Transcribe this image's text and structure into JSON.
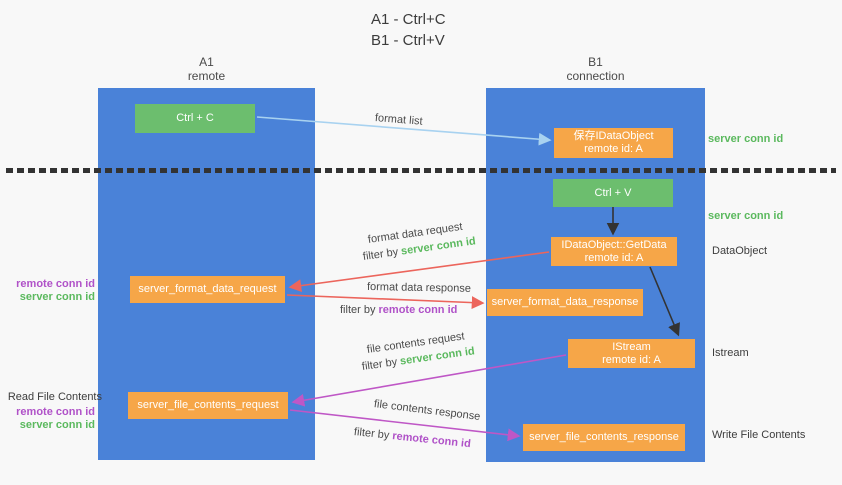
{
  "title": {
    "line1": "A1 - Ctrl+C",
    "line2": "B1 - Ctrl+V"
  },
  "lanes": {
    "a": {
      "name": "A1",
      "subtitle": "remote"
    },
    "b": {
      "name": "B1",
      "subtitle": "connection"
    }
  },
  "nodes": {
    "ctrl_c": {
      "label": "Ctrl + C"
    },
    "ctrl_v": {
      "label": "Ctrl + V"
    },
    "save_dataobject": {
      "line1": "保存IDataObject",
      "line2": "remote id: A"
    },
    "getdata": {
      "line1": "IDataObject::GetData",
      "line2": "remote id: A"
    },
    "istream": {
      "line1": "IStream",
      "line2": "remote id: A"
    },
    "format_request": {
      "label": "server_format_data_request"
    },
    "format_response": {
      "label": "server_format_data_response"
    },
    "file_request": {
      "label": "server_file_contents_request"
    },
    "file_response": {
      "label": "server_file_contents_response"
    }
  },
  "annotations": {
    "server_conn_id_top": "server conn id",
    "server_conn_id_mid": "server conn id",
    "dataobject": "DataObject",
    "istream": "Istream",
    "write_file_contents": "Write File Contents",
    "read_file_contents": "Read File Contents",
    "left_remote_conn_id_1": "remote conn id",
    "left_server_conn_id_1": "server conn id",
    "left_remote_conn_id_2": "remote conn id",
    "left_server_conn_id_2": "server conn id"
  },
  "arrow_labels": {
    "format_list": "format list",
    "format_data_request": "format data request",
    "format_data_response": "format data response",
    "file_contents_request": "file contents request",
    "file_contents_response": "file contents response",
    "filter_by_prefix": "filter by ",
    "filter_key_server": "server conn id",
    "filter_key_remote": "remote conn id"
  },
  "colors": {
    "lane_blue": "#4a82d8",
    "node_green": "#6cbe6e",
    "node_orange": "#f6a648",
    "arrow_salmon": "#ec655c",
    "arrow_magenta": "#bf57c6",
    "arrow_blue": "#a8d2f0",
    "arrow_black": "#333333",
    "text_green": "#5bb95e",
    "text_purple": "#b052c8"
  }
}
